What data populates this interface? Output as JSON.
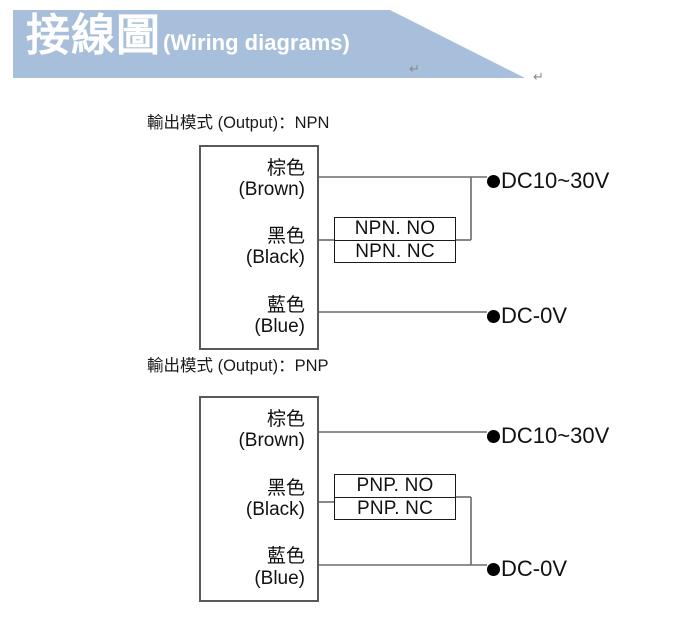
{
  "header": {
    "title_cjk": "接線圖",
    "title_en": "(Wiring diagrams)",
    "banner_color": "#a7bfda",
    "pilcrow_1": "↵",
    "pilcrow_2": "↵"
  },
  "sections": [
    {
      "id": "npn",
      "label": "輸出模式 (Output)：NPN",
      "wires": [
        {
          "cjk": "棕色",
          "en": "(Brown)",
          "color_name": "brown"
        },
        {
          "cjk": "黑色",
          "en": "(Black)",
          "color_name": "black"
        },
        {
          "cjk": "藍色",
          "en": "(Blue)",
          "color_name": "blue"
        }
      ],
      "mode_box": {
        "row_top": "NPN. NO",
        "row_bottom": "NPN. NC"
      },
      "terminals": [
        {
          "id": "npn-vcc",
          "label": "DC10~30V"
        },
        {
          "id": "npn-gnd",
          "label": "DC-0V"
        }
      ],
      "output_joins_terminal": "DC10~30V"
    },
    {
      "id": "pnp",
      "label": "輸出模式 (Output)：PNP",
      "wires": [
        {
          "cjk": "棕色",
          "en": "(Brown)",
          "color_name": "brown"
        },
        {
          "cjk": "黑色",
          "en": "(Black)",
          "color_name": "black"
        },
        {
          "cjk": "藍色",
          "en": "(Blue)",
          "color_name": "blue"
        }
      ],
      "mode_box": {
        "row_top": "PNP. NO",
        "row_bottom": "PNP. NC"
      },
      "terminals": [
        {
          "id": "pnp-vcc",
          "label": "DC10~30V"
        },
        {
          "id": "pnp-gnd",
          "label": "DC-0V"
        }
      ],
      "output_joins_terminal": "DC-0V"
    }
  ],
  "colors": {
    "banner": "#a7bfda",
    "box_border": "#595959",
    "wire": "#6b6b6b",
    "text": "#111111"
  }
}
